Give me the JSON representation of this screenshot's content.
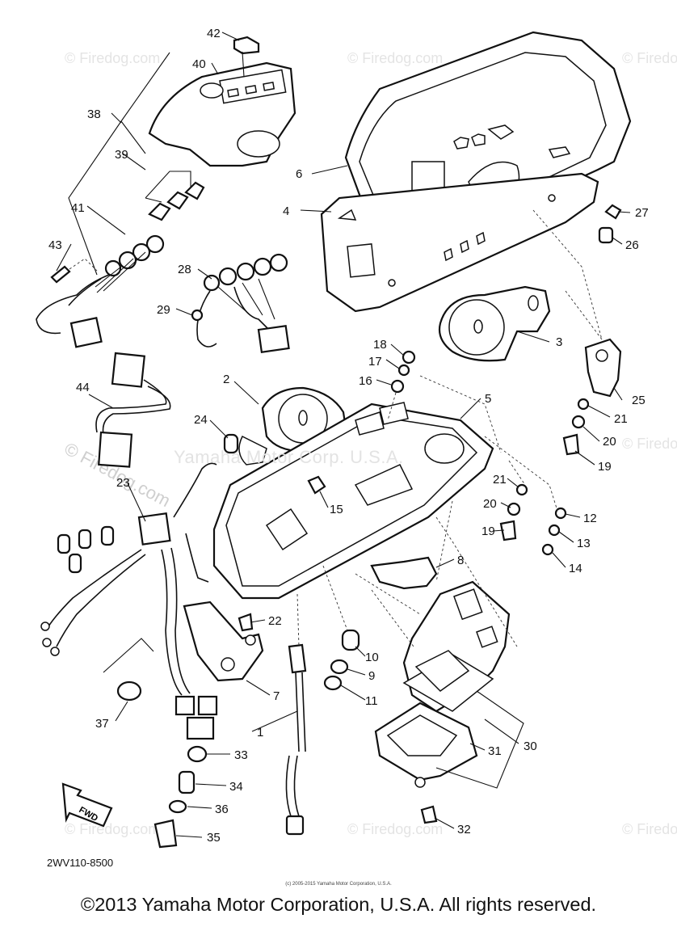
{
  "diagram": {
    "code": "2WV110-8500",
    "small_copyright": "(c) 2005-2015 Yamaha Motor Corporation, U.S.A.",
    "main_copyright": "©2013 Yamaha Motor Corporation, U.S.A. All rights reserved.",
    "center_watermark": "Yamaha Motor Corp. U.S.A.",
    "watermark": "© Firedog.com",
    "fwd_label": "FWD"
  },
  "callouts": [
    "1",
    "2",
    "3",
    "4",
    "5",
    "6",
    "7",
    "8",
    "9",
    "10",
    "11",
    "12",
    "13",
    "14",
    "15",
    "16",
    "17",
    "18",
    "19",
    "20",
    "21",
    "22",
    "23",
    "24",
    "25",
    "26",
    "27",
    "28",
    "29",
    "30",
    "31",
    "32",
    "33",
    "34",
    "35",
    "36",
    "37",
    "38",
    "39",
    "40",
    "41",
    "42",
    "43",
    "44"
  ],
  "callouts_repeat": [
    "19",
    "20",
    "21"
  ]
}
